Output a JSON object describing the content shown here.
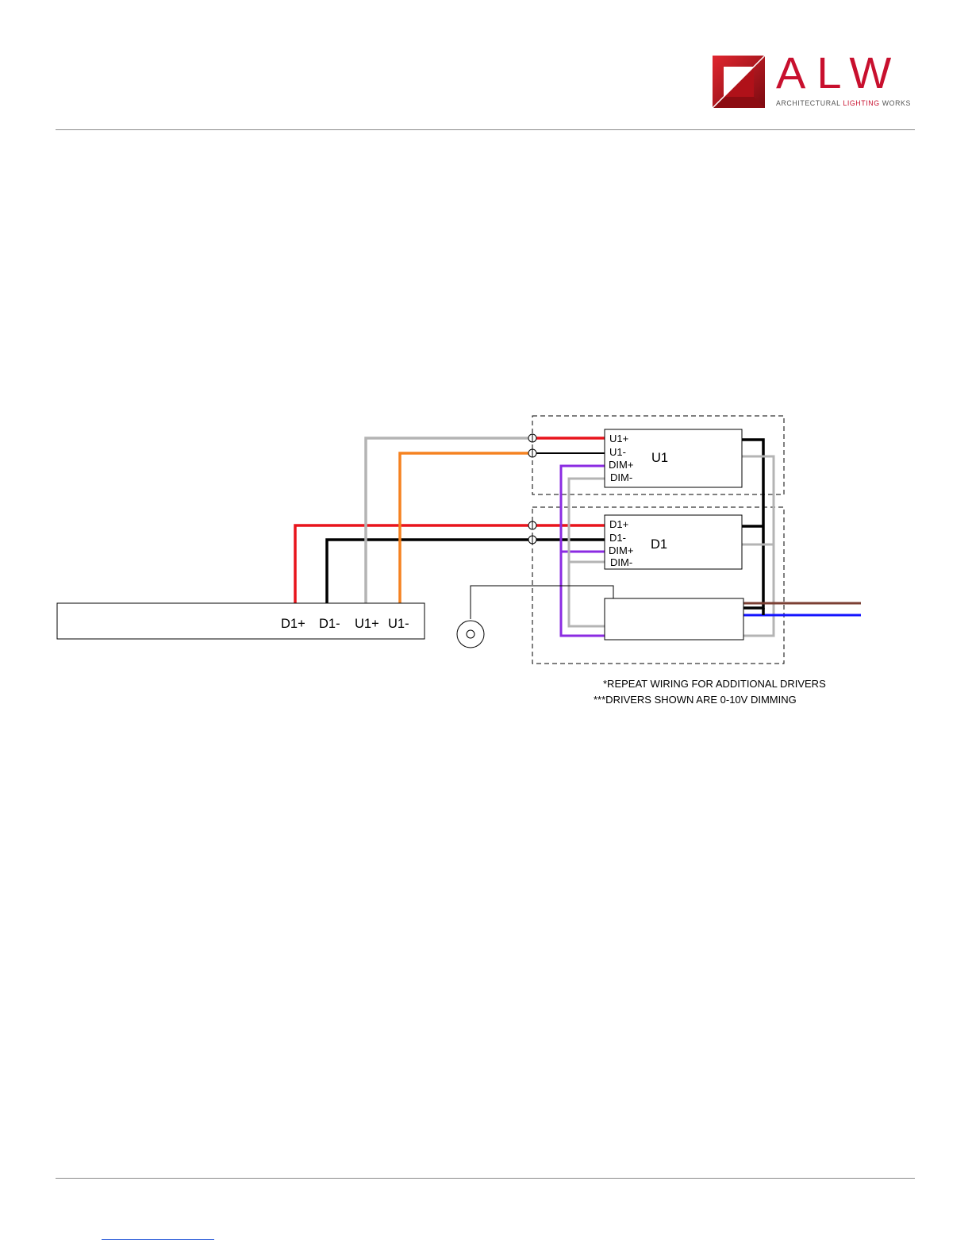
{
  "logo": {
    "letters": "ALW",
    "tagline_part1": "ARCHITECTURAL ",
    "tagline_highlight": "LIGHTING",
    "tagline_part2": " WORKS",
    "brand_color": "#c8102e"
  },
  "diagram": {
    "fixture_labels": [
      "D1+",
      "D1-",
      "U1+",
      "U1-"
    ],
    "driver_u": {
      "name": "U1",
      "pins": [
        "U1+",
        "U1-",
        "DIM+",
        "DIM-"
      ]
    },
    "driver_d": {
      "name": "D1",
      "pins": [
        "D1+",
        "D1-",
        "DIM+",
        "DIM-"
      ]
    },
    "notes": [
      "*REPEAT WIRING FOR ADDITIONAL DRIVERS",
      "***DRIVERS SHOWN ARE 0-10V DIMMING"
    ],
    "wire_colors": {
      "red": "#e8141c",
      "black": "#000000",
      "gray": "#b4b4b4",
      "orange": "#f58220",
      "purple": "#8b2be2",
      "brown": "#7b3f33",
      "blue": "#1414ff"
    }
  }
}
